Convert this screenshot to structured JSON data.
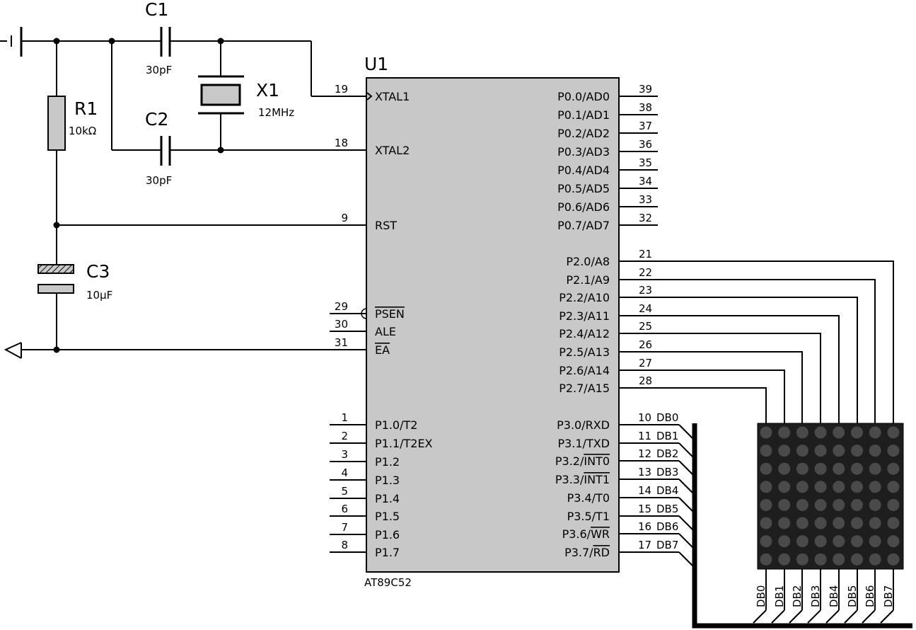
{
  "crystal_circuit": {
    "c1_ref": "C1",
    "c1_value": "30pF",
    "c2_ref": "C2",
    "c2_value": "30pF",
    "x1_ref": "X1",
    "x1_value": "12MHz"
  },
  "reset_circuit": {
    "r1_ref": "R1",
    "r1_value": "10kΩ",
    "c3_ref": "C3",
    "c3_value": "10µF"
  },
  "mcu": {
    "ref": "U1",
    "part": "AT89C52",
    "left_pins": [
      {
        "num": "19",
        "name": "XTAL1",
        "overline": false
      },
      {
        "num": "18",
        "name": "XTAL2",
        "overline": false
      },
      {
        "num": "9",
        "name": "RST",
        "overline": false
      },
      {
        "num": "29",
        "name": "PSEN",
        "overline": true
      },
      {
        "num": "30",
        "name": "ALE",
        "overline": false
      },
      {
        "num": "31",
        "name": "EA",
        "overline": true
      },
      {
        "num": "1",
        "name": "P1.0/T2",
        "overline": false
      },
      {
        "num": "2",
        "name": "P1.1/T2EX",
        "overline": false
      },
      {
        "num": "3",
        "name": "P1.2",
        "overline": false
      },
      {
        "num": "4",
        "name": "P1.3",
        "overline": false
      },
      {
        "num": "5",
        "name": "P1.4",
        "overline": false
      },
      {
        "num": "6",
        "name": "P1.5",
        "overline": false
      },
      {
        "num": "7",
        "name": "P1.6",
        "overline": false
      },
      {
        "num": "8",
        "name": "P1.7",
        "overline": false
      }
    ],
    "right_pins": [
      {
        "num": "39",
        "name": "P0.0/AD0"
      },
      {
        "num": "38",
        "name": "P0.1/AD1"
      },
      {
        "num": "37",
        "name": "P0.2/AD2"
      },
      {
        "num": "36",
        "name": "P0.3/AD3"
      },
      {
        "num": "35",
        "name": "P0.4/AD4"
      },
      {
        "num": "34",
        "name": "P0.5/AD5"
      },
      {
        "num": "33",
        "name": "P0.6/AD6"
      },
      {
        "num": "32",
        "name": "P0.7/AD7"
      },
      {
        "num": "21",
        "name": "P2.0/A8"
      },
      {
        "num": "22",
        "name": "P2.1/A9"
      },
      {
        "num": "23",
        "name": "P2.2/A10"
      },
      {
        "num": "24",
        "name": "P2.3/A11"
      },
      {
        "num": "25",
        "name": "P2.4/A12"
      },
      {
        "num": "26",
        "name": "P2.5/A13"
      },
      {
        "num": "27",
        "name": "P2.6/A14"
      },
      {
        "num": "28",
        "name": "P2.7/A15"
      },
      {
        "num": "10",
        "name": "P3.0/RXD",
        "net": "DB0"
      },
      {
        "num": "11",
        "name": "P3.1/TXD",
        "net": "DB1"
      },
      {
        "num": "12",
        "name": "P3.2/",
        "over": "INT0",
        "net": "DB2"
      },
      {
        "num": "13",
        "name": "P3.3/",
        "over": "INT1",
        "net": "DB3"
      },
      {
        "num": "14",
        "name": "P3.4/T0",
        "net": "DB4"
      },
      {
        "num": "15",
        "name": "P3.5/T1",
        "net": "DB5"
      },
      {
        "num": "16",
        "name": "P3.6/",
        "over": "WR",
        "net": "DB6"
      },
      {
        "num": "17",
        "name": "P3.7/",
        "over": "RD",
        "net": "DB7"
      }
    ]
  },
  "matrix": {
    "rows": 8,
    "cols": 8,
    "column_nets": [
      "DB0",
      "DB1",
      "DB2",
      "DB3",
      "DB4",
      "DB5",
      "DB6",
      "DB7"
    ],
    "body_color": "#1e1e1e",
    "led_color": "#4a4a4a"
  },
  "colors": {
    "chip_fill": "#c8c8c8",
    "component_fill": "#c8c8c8"
  }
}
